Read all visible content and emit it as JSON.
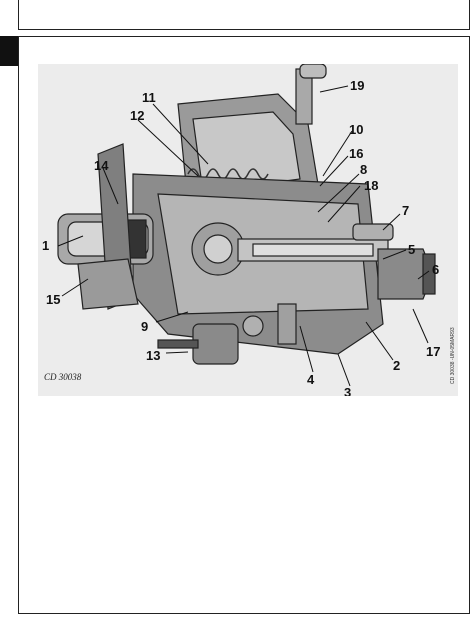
{
  "figure": {
    "caption": "CD 30038",
    "side_code": "CD 30038 -UN-05MAR93",
    "callouts": [
      "1",
      "2",
      "3",
      "4",
      "5",
      "6",
      "7",
      "8",
      "9",
      "10",
      "11",
      "12",
      "13",
      "14",
      "15",
      "16",
      "17",
      "18",
      "19"
    ]
  }
}
